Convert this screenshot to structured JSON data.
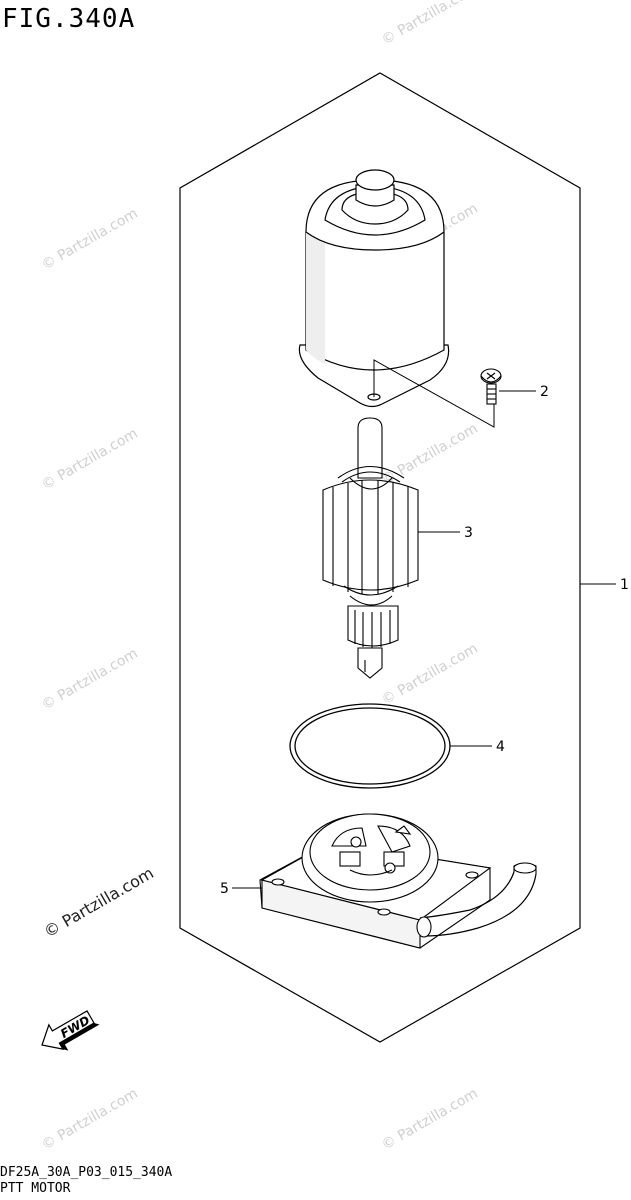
{
  "figure": {
    "title": "FIG.340A",
    "drawing_code": "DF25A_30A_P03_015_340A",
    "name": "PTT MOTOR"
  },
  "watermark": {
    "text": "© Partzilla.com",
    "color": "#c8c8c8"
  },
  "callouts": {
    "assembly": "1",
    "screw": "2",
    "armature": "3",
    "o_ring": "4",
    "brush_holder": "5"
  },
  "fwd_arrow": {
    "label": "FWD"
  }
}
